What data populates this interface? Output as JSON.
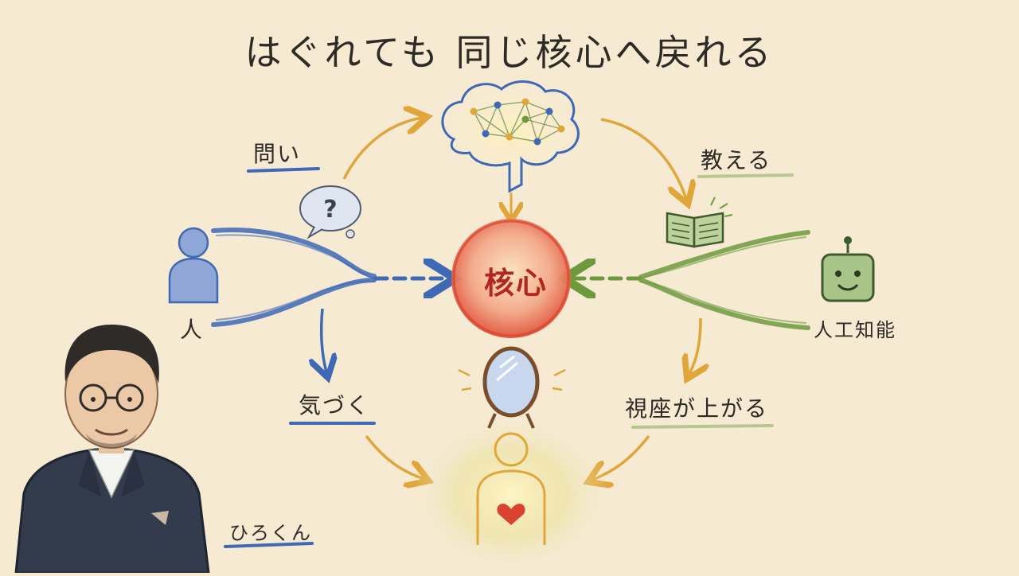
{
  "title": "はぐれても 同じ核心へ戻れる",
  "core": {
    "label": "核心"
  },
  "labels": {
    "question": "問い",
    "teach": "教える",
    "human": "人",
    "ai": "人工知能",
    "notice": "気づく",
    "perspective": "視座が上がる",
    "author": "ひろくん"
  },
  "colors": {
    "background": "#f6ead3",
    "human_stream": "#3f69b5",
    "ai_stream": "#6e9a3e",
    "arrow_orange": "#e0a63a",
    "core_red": "#d9432f",
    "core_text": "#b3261e"
  },
  "icons": {
    "brain": "brain-network-icon",
    "question_bubble": "question-bubble-icon",
    "book": "open-book-icon",
    "robot": "robot-icon",
    "person": "person-icon",
    "mirror": "mirror-icon",
    "body_heart": "body-heart-icon"
  }
}
